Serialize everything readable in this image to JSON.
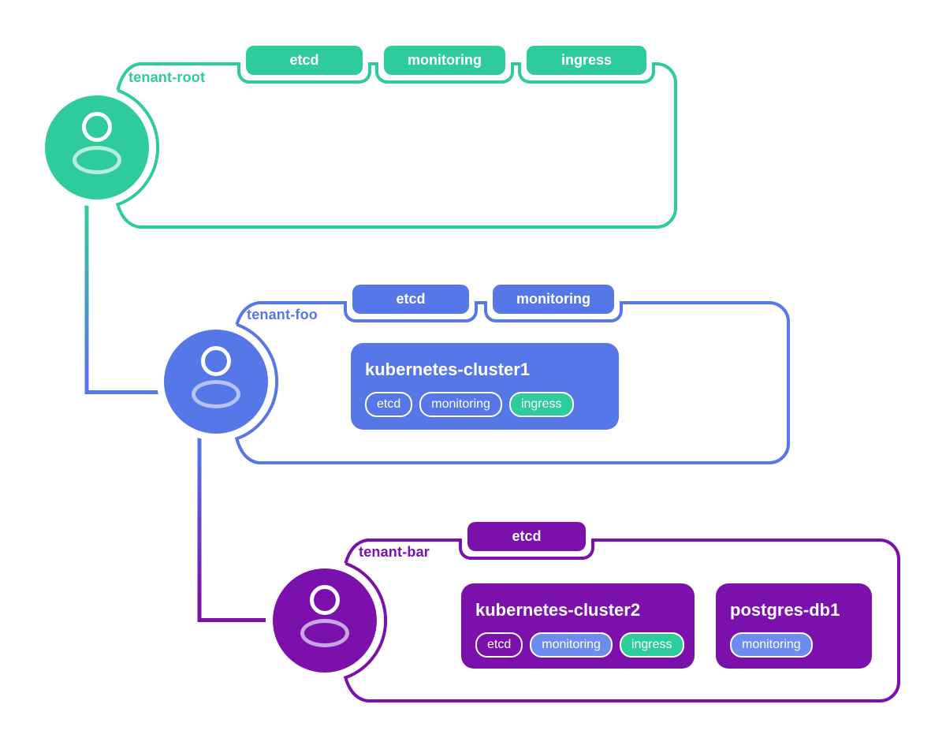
{
  "colors": {
    "green": "#2ecc9c",
    "blue": "#5577e8",
    "purple": "#7c10ad",
    "pill_blue": "#6c8cf0",
    "avatar_body_green": "#b9ecd9",
    "avatar_body_blue": "#b3c4f5",
    "avatar_body_purple": "#c9a6e3",
    "background": "#ffffff"
  },
  "tenants": [
    {
      "id": "tenant-root",
      "label": "tenant-root",
      "color": "#2ecc9c",
      "tags": [
        "etcd",
        "monitoring",
        "ingress"
      ],
      "workloads": []
    },
    {
      "id": "tenant-foo",
      "label": "tenant-foo",
      "color": "#5577e8",
      "tags": [
        "etcd",
        "monitoring"
      ],
      "workloads": [
        {
          "name": "kubernetes-cluster1",
          "pills": [
            {
              "label": "etcd",
              "style": "outline"
            },
            {
              "label": "monitoring",
              "style": "outline"
            },
            {
              "label": "ingress",
              "style": "green"
            }
          ]
        }
      ]
    },
    {
      "id": "tenant-bar",
      "label": "tenant-bar",
      "color": "#7c10ad",
      "tags": [
        "etcd"
      ],
      "workloads": [
        {
          "name": "kubernetes-cluster2",
          "pills": [
            {
              "label": "etcd",
              "style": "outline"
            },
            {
              "label": "monitoring",
              "style": "blue"
            },
            {
              "label": "ingress",
              "style": "green"
            }
          ]
        },
        {
          "name": "postgres-db1",
          "pills": [
            {
              "label": "monitoring",
              "style": "blue"
            }
          ]
        }
      ]
    }
  ]
}
